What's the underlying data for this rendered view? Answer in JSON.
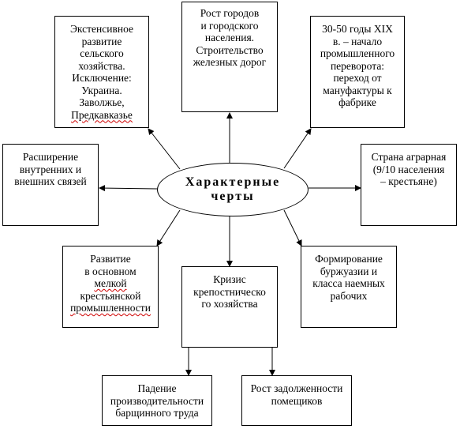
{
  "center": {
    "lines": [
      "Характерные",
      "черты"
    ]
  },
  "boxes": {
    "extensive": {
      "lines": [
        "Экстенсивное",
        "развитие",
        "сельского",
        "хозяйства.",
        "Исключение:",
        "Украина.",
        "Заволжье,",
        "Предкавказье"
      ]
    },
    "cities": {
      "lines": [
        "Рост городов",
        "и городского",
        "населения.",
        "Строительство",
        "железных дорог"
      ]
    },
    "revolution": {
      "lines": [
        "30-50 годы XIX",
        "в. – начало",
        "промышленного",
        "переворота:",
        "переход от",
        "мануфактуры к",
        "фабрике"
      ]
    },
    "ties": {
      "lines": [
        "Расширение",
        "внутренних и",
        "внешних связей"
      ]
    },
    "agrarian": {
      "lines": [
        "Страна аграрная",
        "(9/10 населения",
        "– крестьяне)"
      ]
    },
    "industry": {
      "lines": [
        "Развитие",
        "в основном",
        "мелкой",
        "крестьянской",
        "промышленности"
      ]
    },
    "crisis": {
      "lines": [
        "Кризис",
        "крепостническо",
        "го хозяйства"
      ]
    },
    "bourgeoisie": {
      "lines": [
        "Формирование",
        "буржуазии и",
        "класса наемных",
        "рабочих"
      ]
    },
    "productivity": {
      "lines": [
        "Падение",
        "производительности",
        "барщинного труда"
      ]
    },
    "debt": {
      "lines": [
        "Рост задолженности",
        "помещиков"
      ]
    }
  }
}
